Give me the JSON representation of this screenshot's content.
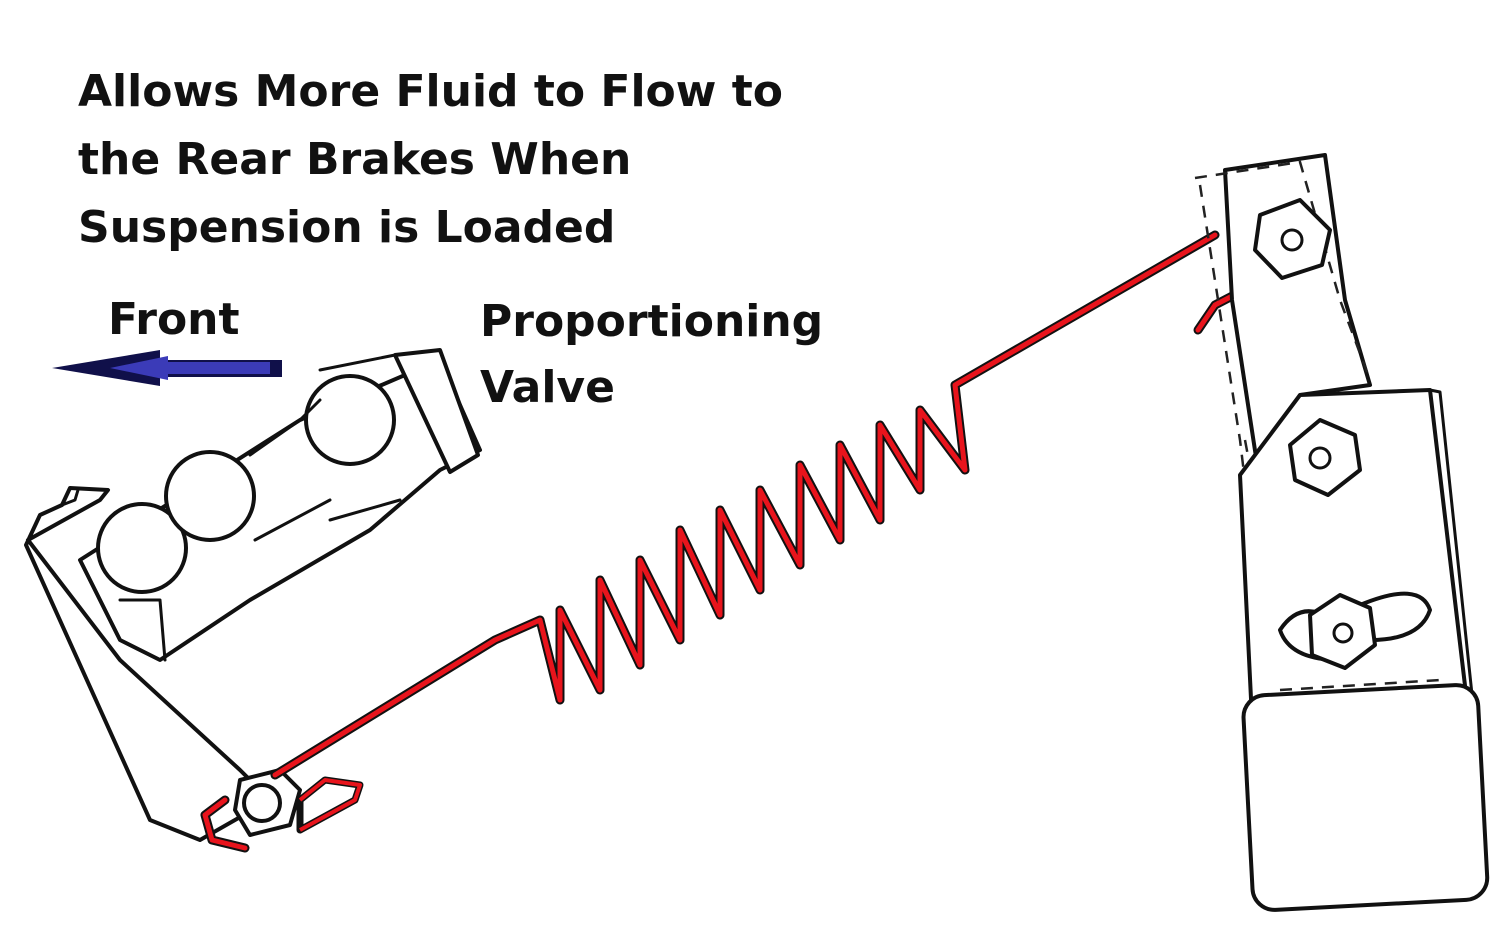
{
  "diagram": {
    "caption_lines": [
      "Allows More Fluid to Flow to",
      "the Rear Brakes When",
      "Suspension is Loaded"
    ],
    "front_label": "Front",
    "valve_label_lines": [
      "Proportioning",
      "Valve"
    ],
    "colors": {
      "line_red": "#e8141c",
      "arrow_blue": "#3b3bb8",
      "arrow_dark": "#10104a",
      "ink": "#111111"
    },
    "icons": [
      "master-cylinder-icon",
      "proportioning-valve-icon",
      "brake-line-icon",
      "arrow-left-icon"
    ]
  }
}
